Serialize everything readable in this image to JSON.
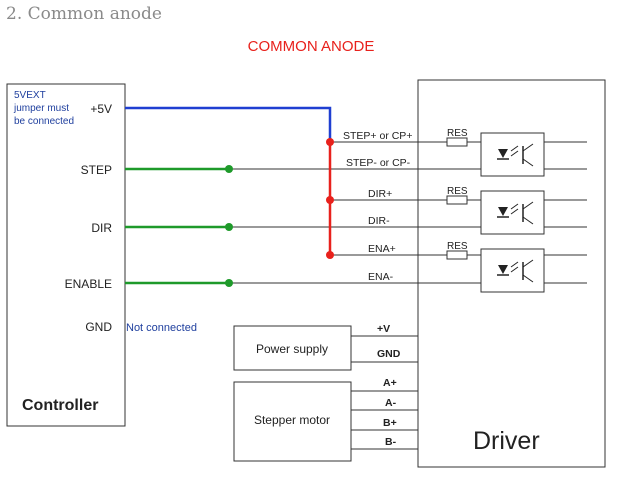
{
  "heading": "2. Common anode",
  "diagram": {
    "title": "COMMON ANODE",
    "controller": {
      "label": "Controller",
      "note": [
        "5VEXT",
        "jumper must",
        "be connected"
      ],
      "pins": [
        "+5V",
        "STEP",
        "DIR",
        "ENABLE",
        "GND"
      ],
      "gnd_note": "Not connected"
    },
    "driver": {
      "label": "Driver",
      "inputs": [
        "STEP+ or CP+",
        "STEP- or CP-",
        "DIR+",
        "DIR-",
        "ENA+",
        "ENA-"
      ],
      "resistor_label": "RES",
      "power_pins": [
        "+V",
        "GND"
      ],
      "motor_pins": [
        "A+",
        "A-",
        "B+",
        "B-"
      ]
    },
    "power_supply": {
      "label": "Power supply"
    },
    "stepper_motor": {
      "label": "Stepper motor"
    },
    "colors": {
      "vcc_wire": "#1f3fd1",
      "signal_wire": "#1e9a2a",
      "common_bus": "#e8211c",
      "note_text": "#1f3f9e",
      "outline": "#333333"
    }
  }
}
